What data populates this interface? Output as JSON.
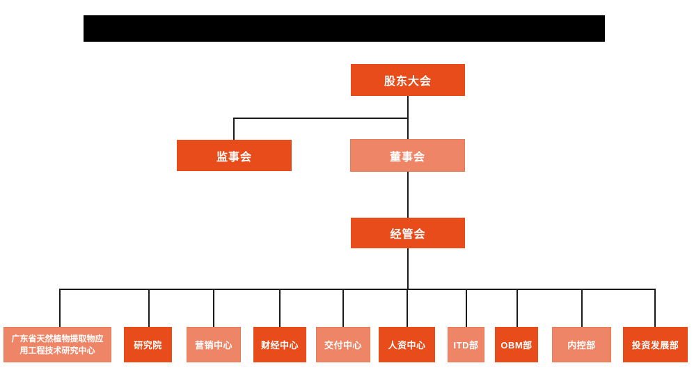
{
  "header": {
    "type": "solid-black-redaction-bar",
    "text": ""
  },
  "colors": {
    "primary_orange": "#E84C1B",
    "light_orange": "#EE8566",
    "connector_line": "#1a1a1a",
    "box_text": "#ffffff",
    "background": "#ffffff"
  },
  "org_chart": {
    "root": {
      "label": "股东大会",
      "variant": "dark"
    },
    "level2": [
      {
        "label": "监事会",
        "variant": "dark"
      },
      {
        "label": "董事会",
        "variant": "light"
      }
    ],
    "level3": {
      "label": "经管会",
      "variant": "dark"
    },
    "departments": [
      {
        "label": "广东省天然植物提取物应用工程技术研究中心",
        "variant": "light"
      },
      {
        "label": "研究院",
        "variant": "dark"
      },
      {
        "label": "营销中心",
        "variant": "light"
      },
      {
        "label": "财经中心",
        "variant": "dark"
      },
      {
        "label": "交付中心",
        "variant": "light"
      },
      {
        "label": "人资中心",
        "variant": "dark"
      },
      {
        "label": "ITD部",
        "variant": "light"
      },
      {
        "label": "OBM部",
        "variant": "dark"
      },
      {
        "label": "内控部",
        "variant": "light"
      },
      {
        "label": "投资发展部",
        "variant": "dark"
      }
    ]
  }
}
